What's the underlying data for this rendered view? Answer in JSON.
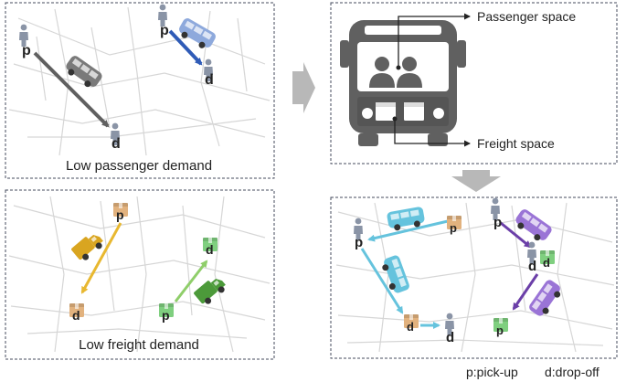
{
  "panels": {
    "top_left": {
      "caption": "Low passenger demand"
    },
    "bottom_left": {
      "caption": "Low freight demand"
    },
    "top_right": {
      "passenger_label": "Passenger space",
      "freight_label": "Freight space"
    }
  },
  "markers": {
    "pickup_letter": "p",
    "dropoff_letter": "d"
  },
  "legend": {
    "pickup": "p:pick-up",
    "dropoff": "d:drop-off"
  },
  "colors": {
    "border": "#444b5e",
    "map_line": "#d6d6d6",
    "bus_dark": "#606060",
    "passenger_blue": "#2f5bb7",
    "person": "#8a94a6",
    "parcel": "#e2b27e",
    "parcel_green": "#7fcf7f",
    "yellow": "#e8b830",
    "green": "#8fce6a",
    "cyan": "#65c3dd",
    "purple": "#6b3fa8",
    "big_arrow": "#b8b8b8"
  }
}
